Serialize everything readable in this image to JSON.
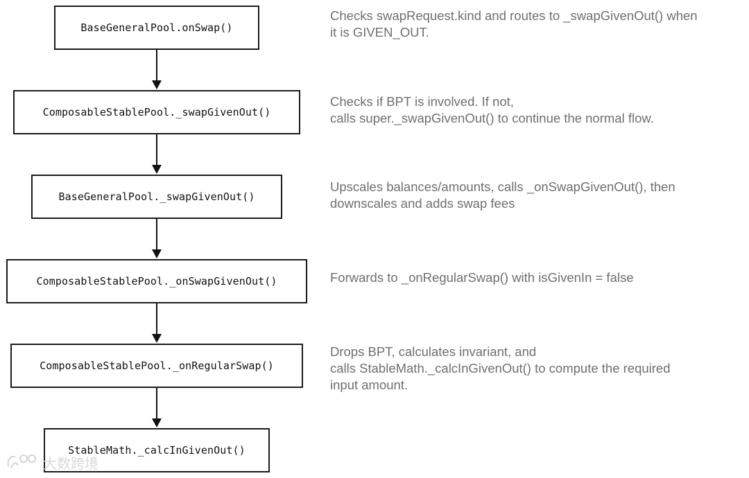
{
  "flow": {
    "nodes": [
      {
        "label": "BaseGeneralPool.onSwap()",
        "note": [
          "Checks swapRequest.kind and routes to _swapGivenOut() when",
          "it is GIVEN_OUT."
        ]
      },
      {
        "label": "ComposableStablePool._swapGivenOut()",
        "note": [
          "Checks if BPT is involved. If not,",
          "calls super._swapGivenOut() to continue the normal flow."
        ]
      },
      {
        "label": "BaseGeneralPool._swapGivenOut()",
        "note": [
          "Upscales balances/amounts, calls _onSwapGivenOut(), then",
          "downscales and adds swap fees"
        ]
      },
      {
        "label": "ComposableStablePool._onSwapGivenOut()",
        "note": [
          "Forwards to _onRegularSwap() with isGivenIn = false"
        ]
      },
      {
        "label": "ComposableStablePool._onRegularSwap()",
        "note": [
          "Drops BPT, calculates invariant, and",
          "calls StableMath._calcInGivenOut() to compute the required",
          "input amount."
        ]
      },
      {
        "label": "StableMath._calcInGivenOut()",
        "note": []
      }
    ]
  },
  "watermark": {
    "text": "大数跨境"
  },
  "colors": {
    "box_border": "#1a1a1a",
    "note_text": "#6f6f6f",
    "arrow": "#111111"
  }
}
